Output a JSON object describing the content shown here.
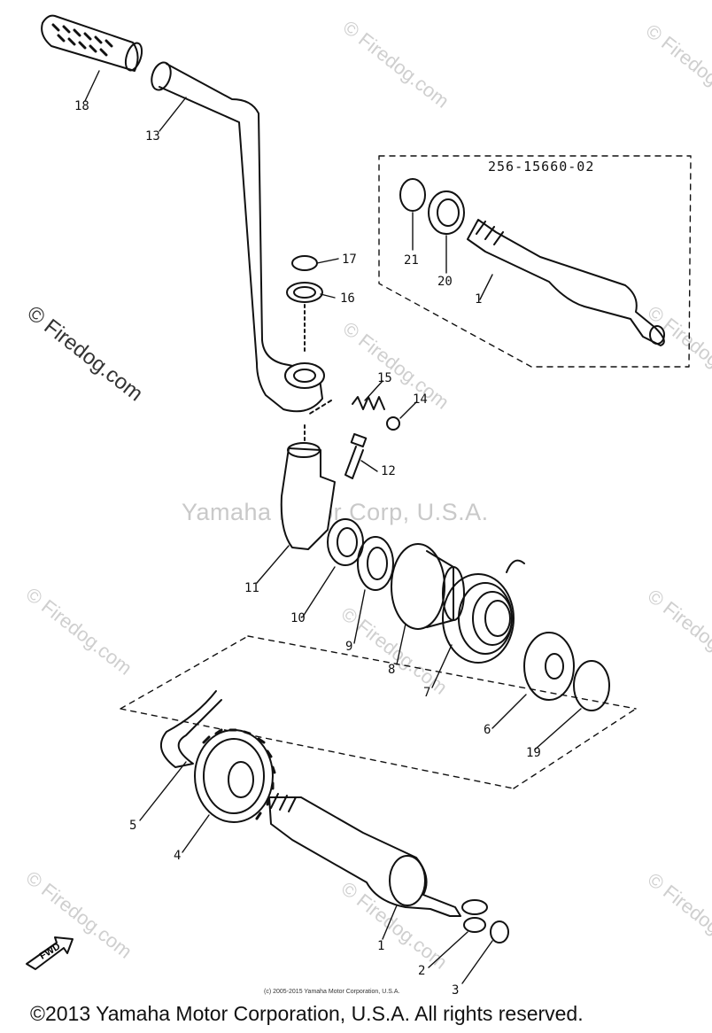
{
  "diagram": {
    "part_number": "256-15660-02",
    "watermark": "Yamaha Motor Corp, U.S.A.",
    "site_watermark": "© Firedog.com",
    "copyright_small": "(c) 2005-2015 Yamaha Motor Corporation, U.S.A.",
    "copyright_main": "©2013 Yamaha Motor Corporation, U.S.A. All rights reserved.",
    "fwd_label": "FWD",
    "callouts": [
      "18",
      "13",
      "17",
      "16",
      "15",
      "14",
      "12",
      "11",
      "10",
      "9",
      "8",
      "7",
      "6",
      "19",
      "5",
      "4",
      "1",
      "2",
      "3",
      "21",
      "20",
      "1"
    ]
  }
}
